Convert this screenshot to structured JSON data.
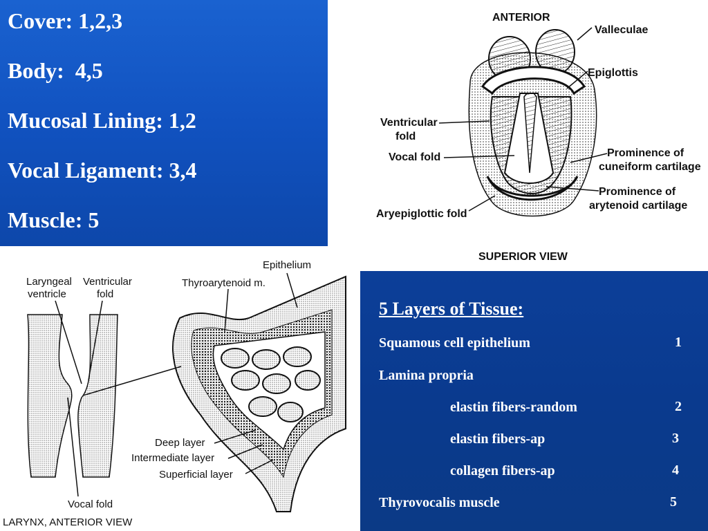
{
  "cover_panel": {
    "lines": [
      "Cover: 1,2,3",
      "Body:  4,5",
      "Mucosal Lining: 1,2",
      "Vocal Ligament: 3,4",
      "Muscle: 5"
    ]
  },
  "superior_view": {
    "top_label": "ANTERIOR",
    "bottom_label": "SUPERIOR VIEW",
    "labels": {
      "valleculae": "Valleculae",
      "epiglottis": "Epiglottis",
      "ventricular_fold_1": "Ventricular",
      "ventricular_fold_2": "fold",
      "vocal_fold": "Vocal fold",
      "cuneiform_1": "Prominence of",
      "cuneiform_2": "cuneiform cartilage",
      "arytenoid_1": "Prominence of",
      "arytenoid_2": "arytenoid cartilage",
      "aryepiglottic_fold": "Aryepiglottic fold"
    }
  },
  "anterior_view": {
    "bottom_label": "LARYNX, ANTERIOR VIEW",
    "labels": {
      "laryngeal_1": "Laryngeal",
      "laryngeal_2": "ventricle",
      "ventricular_1": "Ventricular",
      "ventricular_2": "fold",
      "vocal_fold": "Vocal fold",
      "epithelium": "Epithelium",
      "thyroarytenoid": "Thyroarytenoid m.",
      "deep_layer": "Deep layer",
      "intermediate_layer": "Intermediate layer",
      "superficial_layer": "Superficial layer"
    }
  },
  "layers_panel": {
    "title": "5 Layers of Tissue:",
    "rows": [
      {
        "label": "Squamous cell epithelium",
        "num": "1"
      },
      {
        "label": "Lamina propria",
        "num": ""
      },
      {
        "label": "elastin fibers-random",
        "num": "2"
      },
      {
        "label": "elastin fibers-ap",
        "num": "3"
      },
      {
        "label": "collagen fibers-ap",
        "num": "4"
      },
      {
        "label": "Thyrovocalis muscle",
        "num": "5"
      }
    ]
  }
}
